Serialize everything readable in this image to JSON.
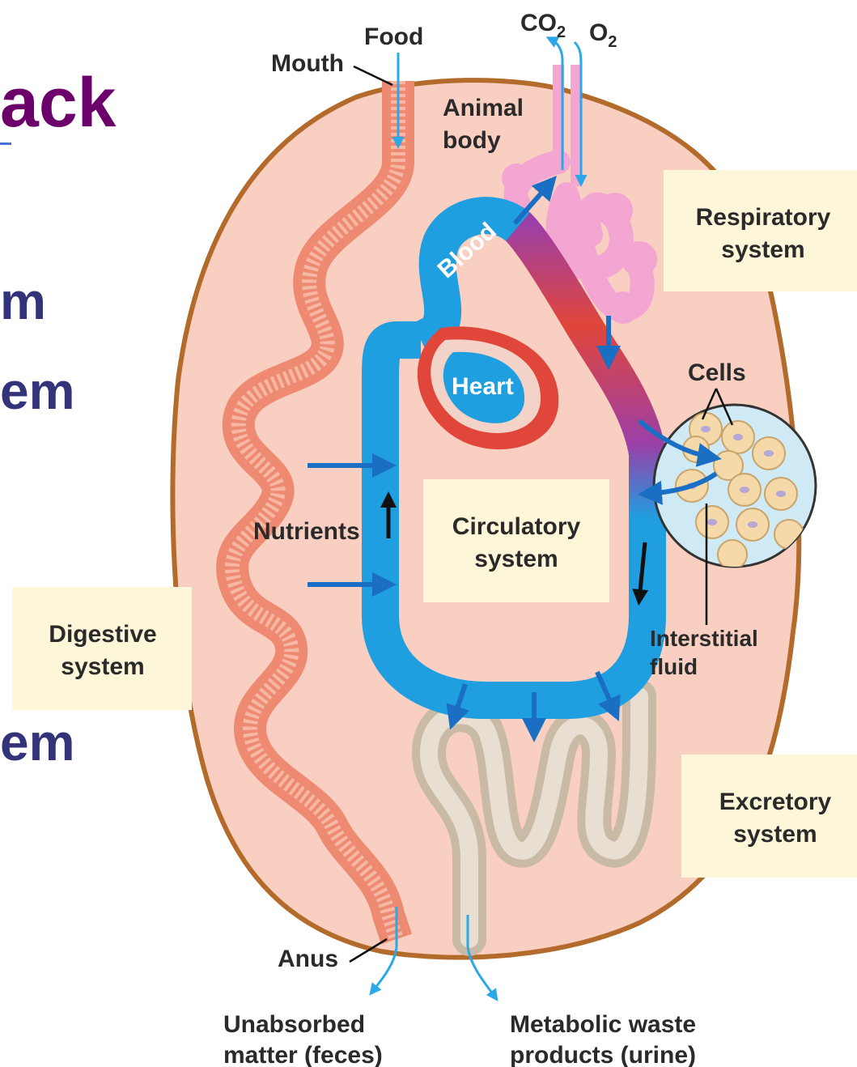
{
  "slide_fragments": {
    "title_fragment": "ack",
    "line1_fragment": "m",
    "line2_fragment": "em",
    "line3_fragment": "em"
  },
  "labels": {
    "food": "Food",
    "mouth": "Mouth",
    "co2": "CO",
    "co2_sub": "2",
    "o2": "O",
    "o2_sub": "2",
    "animal_body_line1": "Animal",
    "animal_body_line2": "body",
    "blood": "Blood",
    "heart": "Heart",
    "respiratory_line1": "Respiratory",
    "respiratory_line2": "system",
    "cells": "Cells",
    "nutrients": "Nutrients",
    "circulatory_line1": "Circulatory",
    "circulatory_line2": "system",
    "digestive_line1": "Digestive",
    "digestive_line2": "system",
    "interstitial_line1": "Interstitial",
    "interstitial_line2": "fluid",
    "excretory_line1": "Excretory",
    "excretory_line2": "system",
    "anus": "Anus",
    "feces_line1": "Unabsorbed",
    "feces_line2": "matter (feces)",
    "urine_line1": "Metabolic waste",
    "urine_line2": "products (urine)"
  },
  "colors": {
    "body_fill": "#f9cfc2",
    "body_outline": "#b36b2c",
    "blood_blue": "#1f9ee0",
    "oxygenated_red": "#e0463a",
    "lung_pink": "#f3a6d2",
    "gut_salmon": "#ef8a72",
    "kidney_tan": "#d8ccbd",
    "label_box": "#fdf6d9",
    "arrow_blue": "#1a6fc4",
    "slide_purple": "#6b006b",
    "slide_navy": "#33337a"
  }
}
